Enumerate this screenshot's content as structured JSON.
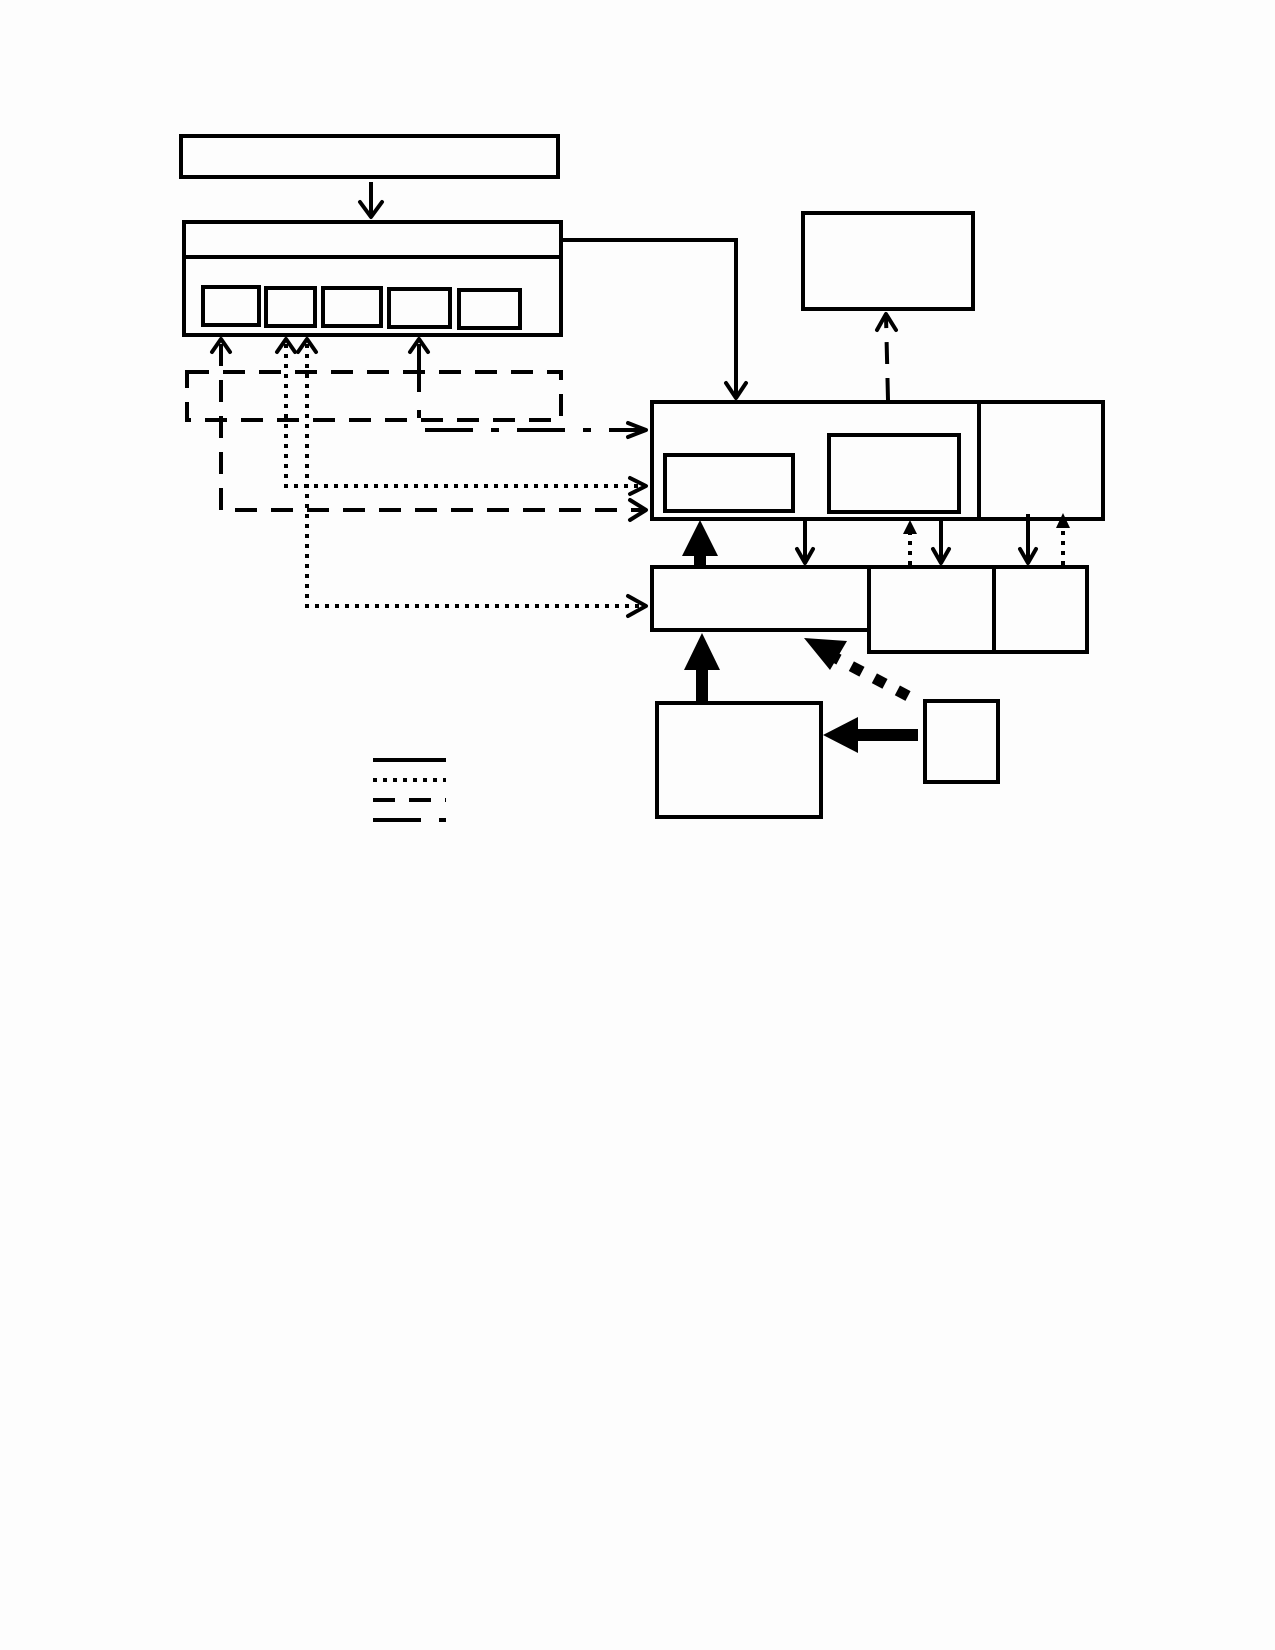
{
  "diagram": {
    "colors": {
      "stroke": "#000000",
      "background": "#fdfdfd"
    },
    "legend": {
      "line_styles": [
        "solid",
        "dotted",
        "dashed",
        "dash-dot"
      ]
    }
  }
}
